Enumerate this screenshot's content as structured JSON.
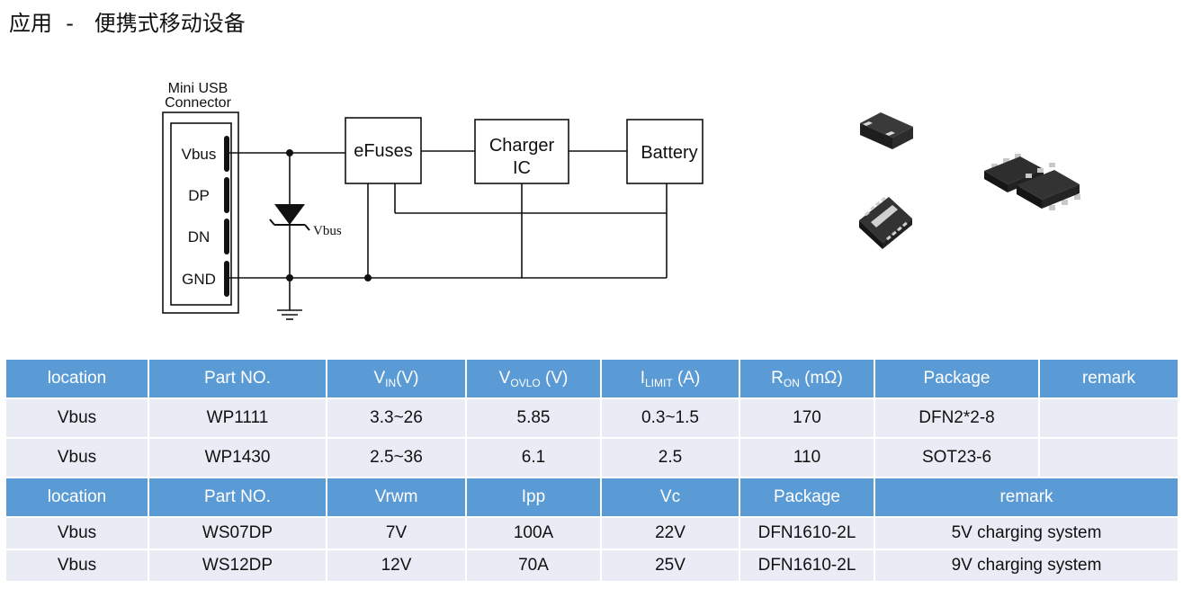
{
  "title": "应用  -   便携式移动设备",
  "diagram": {
    "connector_label": [
      "Mini USB",
      "Connector"
    ],
    "pins": [
      "Vbus",
      "DP",
      "DN",
      "GND"
    ],
    "tvs_label": "Vbus",
    "blocks": {
      "efuses": "eFuses",
      "charger": [
        "Charger",
        "IC"
      ],
      "battery": "Battery"
    }
  },
  "packages_shown": [
    "DFN-2L package",
    "DFN2*2-8 package",
    "SOT23-6 package"
  ],
  "table1": {
    "headers": [
      {
        "main": "location"
      },
      {
        "main": "Part NO."
      },
      {
        "main": "V",
        "sub": "IN",
        "suffix": "(V)"
      },
      {
        "main": "V",
        "sub": "OVLO",
        "suffix": " (V)"
      },
      {
        "main": "I",
        "sub": "LIMIT",
        "suffix": " (A)"
      },
      {
        "main": "R",
        "sub": "ON",
        "suffix": " (mΩ)"
      },
      {
        "main": "Package"
      },
      {
        "main": "remark"
      }
    ],
    "rows": [
      [
        "Vbus",
        "WP1111",
        "3.3~26",
        "5.85",
        "0.3~1.5",
        "170",
        "DFN2*2-8",
        ""
      ],
      [
        "Vbus",
        "WP1430",
        "2.5~36",
        "6.1",
        "2.5",
        "110",
        "SOT23-6",
        ""
      ]
    ]
  },
  "table2": {
    "headers": [
      "location",
      "Part NO.",
      "Vrwm",
      "Ipp",
      "Vc",
      "Package",
      "remark"
    ],
    "rows": [
      [
        "Vbus",
        "WS07DP",
        "7V",
        "100A",
        "22V",
        "DFN1610-2L",
        "5V charging system"
      ],
      [
        "Vbus",
        "WS12DP",
        "12V",
        "70A",
        "25V",
        "DFN1610-2L",
        "9V charging system"
      ]
    ]
  },
  "colors": {
    "header_bg": "#5b9bd5",
    "row_bg": "#e9ecf5",
    "line": "#111111"
  }
}
